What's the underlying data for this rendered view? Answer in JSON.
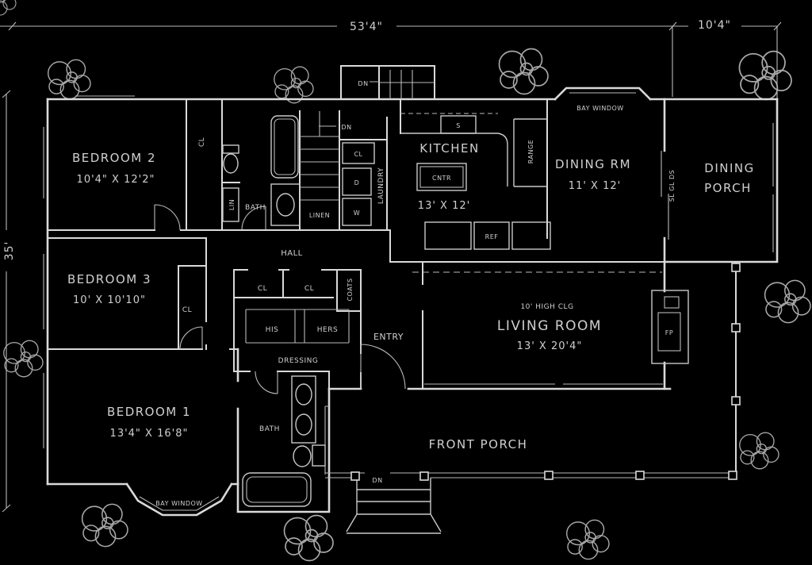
{
  "title": "house first floor plan",
  "colors": {
    "background": "#000000",
    "line": "#d9d9d9",
    "text": "#cfcfcf"
  },
  "dimensions": {
    "top_main": "53'4\"",
    "top_right": "10'4\"",
    "left": "35'"
  },
  "rooms": {
    "bedroom1": {
      "name": "BEDROOM 1",
      "size": "13'4\" X 16'8\""
    },
    "bedroom2": {
      "name": "BEDROOM 2",
      "size": "10'4\" X 12'2\""
    },
    "bedroom3": {
      "name": "BEDROOM 3",
      "size": "10' X 10'10\""
    },
    "kitchen": {
      "name": "KITCHEN",
      "size": "13' X 12'"
    },
    "dining_room": {
      "name": "DINING RM",
      "size": "11' X 12'"
    },
    "dining_porch": {
      "line1": "DINING",
      "line2": "PORCH"
    },
    "living_room": {
      "name": "LIVING ROOM",
      "size": "13' X 20'4\"",
      "ceiling": "10' HIGH CLG"
    },
    "front_porch": {
      "name": "FRONT PORCH"
    },
    "entry": {
      "name": "ENTRY"
    },
    "hall": {
      "name": "HALL"
    },
    "dressing": {
      "name": "DRESSING"
    }
  },
  "labels": {
    "bath": "BATH",
    "bay_window": "BAY WINDOW",
    "dn": "DN",
    "closet": "CL",
    "linen_long": "LINEN",
    "linen_short": "LIN",
    "laundry": "LAUNDRY",
    "coats": "COATS",
    "his": "HIS",
    "hers": "HERS",
    "counter": "CNTR",
    "sink": "S",
    "refrigerator": "REF",
    "range": "RANGE",
    "washer": "W",
    "dryer": "D",
    "fireplace": "FP",
    "sliding_glass_doors": "SL GL DS"
  }
}
